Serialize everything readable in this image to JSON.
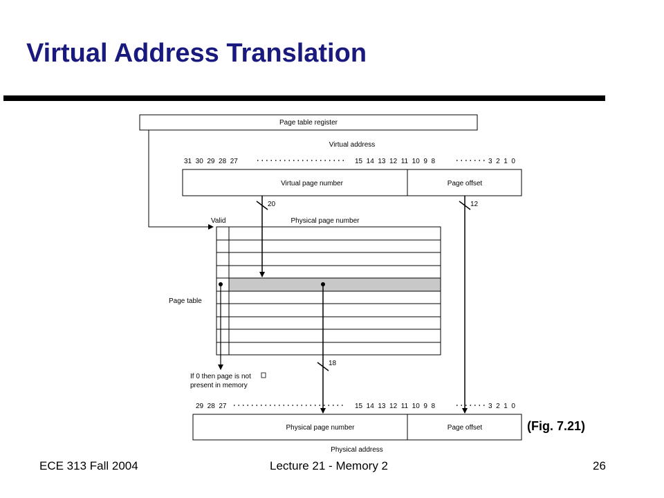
{
  "slide": {
    "title": "Virtual Address Translation",
    "figure_ref": "(Fig. 7.21)"
  },
  "footer": {
    "course": "ECE 313 Fall 2004",
    "lecture": "Lecture 21 - Memory 2",
    "page": "26"
  },
  "diagram": {
    "page_table_register": "Page table register",
    "virtual_address_label": "Virtual address",
    "va_bits_high": "31  30  29  28  27",
    "va_bits_mid": "15  14  13  12  11  10  9  8",
    "va_bits_low": "3  2  1  0",
    "virtual_page_number": "Virtual page number",
    "page_offset": "Page offset",
    "vpn_width": "20",
    "offset_width": "12",
    "valid_label": "Valid",
    "ppn_header": "Physical page number",
    "page_table_label": "Page table",
    "ppn_width": "18",
    "invalid_note_line1": "If 0 then page is not",
    "invalid_note_line2": "present in memory",
    "pa_bits_high": "29  28  27",
    "pa_bits_mid": "15  14  13  12  11  10  9  8",
    "pa_bits_low": "3  2  1  0",
    "physical_page_number": "Physical page number",
    "pa_page_offset": "Page offset",
    "physical_address_label": "Physical address"
  },
  "colors": {
    "title": "#1a1a7e",
    "selected_row": "#c8c8c8"
  }
}
